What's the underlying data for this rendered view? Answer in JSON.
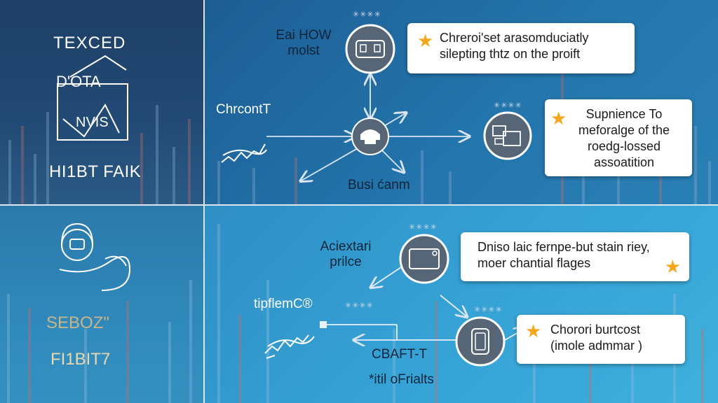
{
  "left_top": {
    "logo_line1": "TEXCED",
    "logo_line2": "D'OTA",
    "logo_line3": "NVIS",
    "caption": "HI1BT FAIK"
  },
  "left_bottom": {
    "label1": "SEBOZ\"",
    "label2": "FI1BIT7"
  },
  "top_diagram": {
    "node1_label": "Eai HOW\nmolst",
    "left_label": "ChrcontT",
    "hub_label": "Busi ćanm",
    "card1_text": "Chreroi'set arasomduciatly\nsilepting thtz on the proift",
    "card2_text": "Supnience To\nmeforalge of the\nroedg-lossed\nassoatition",
    "stars": "✳✳✳✳"
  },
  "bottom_diagram": {
    "node1_label": "Aciextari\nprilce",
    "left_label": "tipflemC®",
    "bottom_label1": "CBAFT-T",
    "bottom_label2": "*itil oFrialts",
    "card1_text": "Dniso laic fernpe-but stain riey,\nmoer chantial flages",
    "card2_text": "Chorori burtcost\n(imole admmar )",
    "stars": "✳✳✳✳"
  },
  "colors": {
    "accent_star": "#f4a71c",
    "node_fill": "#5a6b7e",
    "arrow": "#d8e4f0"
  }
}
